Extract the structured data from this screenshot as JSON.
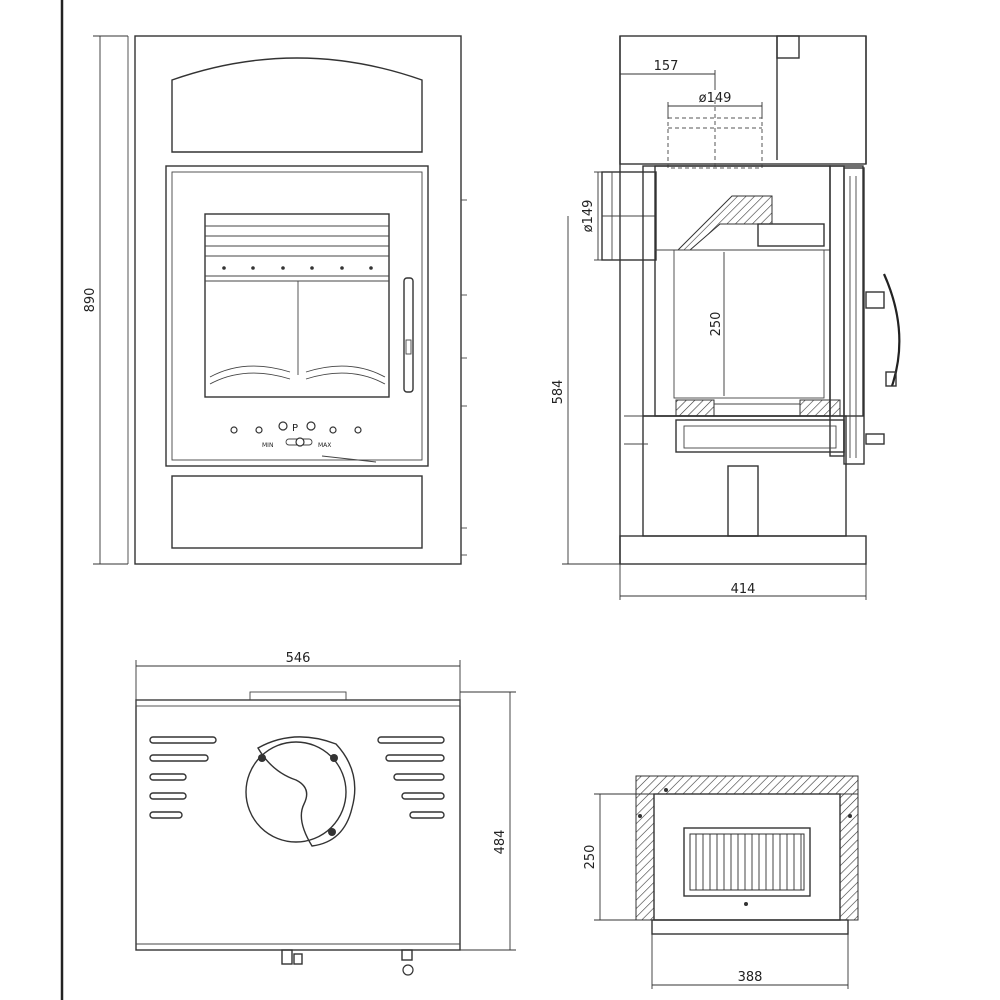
{
  "views": {
    "front": {
      "height_label": "890",
      "control_labels": [
        "MIN",
        "MAX"
      ],
      "control_letter": "P"
    },
    "side": {
      "flue_offset_label": "157",
      "top_flue_label": "ø149",
      "rear_flue_label": "ø149",
      "firebox_height_label": "250",
      "overall_height_label": "584",
      "depth_label": "414"
    },
    "top": {
      "width_label": "546",
      "depth_label": "484"
    },
    "section": {
      "height_label": "250",
      "width_label": "388"
    }
  },
  "colors": {
    "line": "#333333",
    "background": "#ffffff"
  }
}
